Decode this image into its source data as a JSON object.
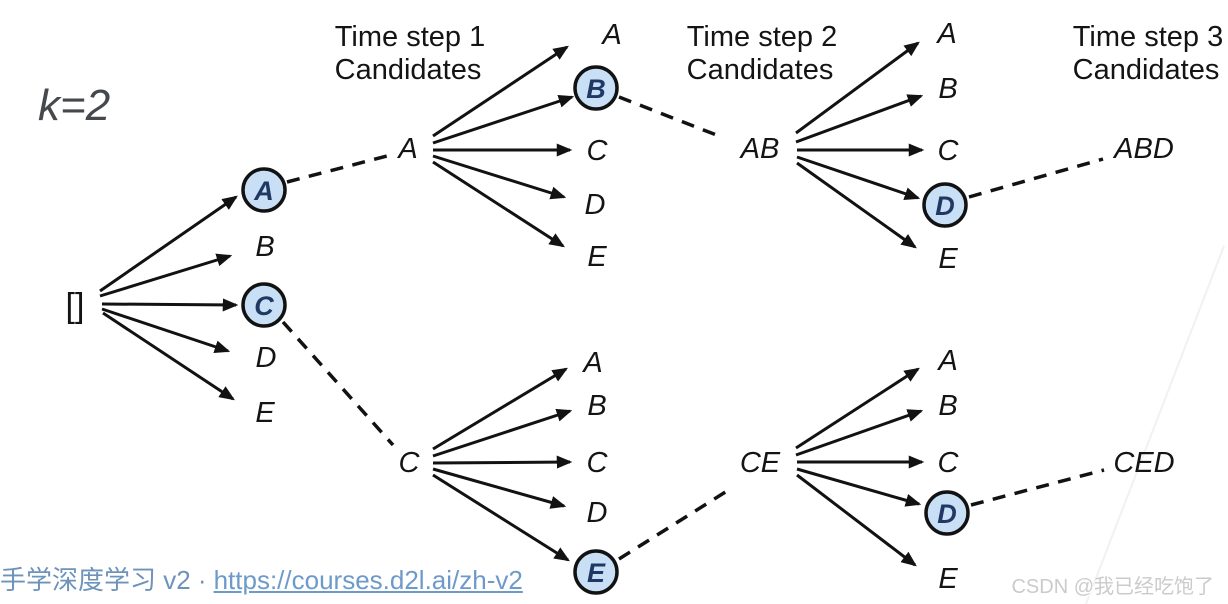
{
  "k_label": "k=2",
  "headers": [
    {
      "line1": "Time step 1",
      "line2": "Candidates"
    },
    {
      "line1": "Time step 2",
      "line2": "Candidates"
    },
    {
      "line1": "Time step 3",
      "line2": "Candidates"
    }
  ],
  "root_label": "[]",
  "fans": {
    "root": {
      "hub": "[]",
      "candidates": [
        "A",
        "B",
        "C",
        "D",
        "E"
      ],
      "selected": [
        "A",
        "C"
      ]
    },
    "top1": {
      "hub": "A",
      "candidates": [
        "A",
        "B",
        "C",
        "D",
        "E"
      ],
      "selected": [
        "B"
      ]
    },
    "bottom1": {
      "hub": "C",
      "candidates": [
        "A",
        "B",
        "C",
        "D",
        "E"
      ],
      "selected": [
        "E"
      ]
    },
    "top2": {
      "hub": "AB",
      "candidates": [
        "A",
        "B",
        "C",
        "D",
        "E"
      ],
      "selected": [
        "D"
      ]
    },
    "bottom2": {
      "hub": "CE",
      "candidates": [
        "A",
        "B",
        "C",
        "D",
        "E"
      ],
      "selected": [
        "D"
      ]
    }
  },
  "results": {
    "top": "ABD",
    "bottom": "CED"
  },
  "footer": {
    "source_text": "手学深度学习 v2 ·",
    "link_text": "https://courses.d2l.ai/zh-v2"
  },
  "watermark": "CSDN @我已经吃饱了",
  "colors": {
    "node_fill": "#c8dff5",
    "node_stroke": "#121212",
    "arrow": "#121212",
    "selected_letter": "#1f3864",
    "k_label": "#45484d",
    "footer_text": "#6d93bb",
    "footer_link": "#6e9ac9",
    "watermark": "#cbcbcb"
  }
}
